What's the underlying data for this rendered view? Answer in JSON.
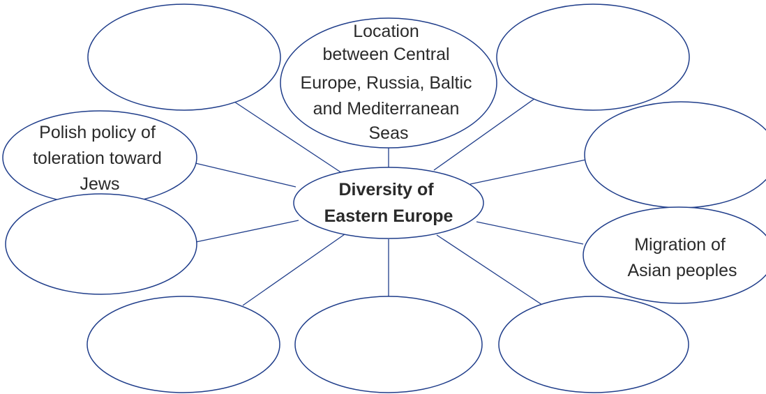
{
  "diagram": {
    "center": {
      "lines": [
        "Diversity of",
        "Eastern Europe"
      ]
    },
    "nodes": {
      "top_left": {
        "lines": []
      },
      "top_center": {
        "lines": [
          "Location",
          "between Central",
          "Europe, Russia, Baltic",
          "and Mediterranean",
          "Seas"
        ]
      },
      "top_right": {
        "lines": []
      },
      "upper_left": {
        "lines": [
          "Polish policy of",
          "toleration toward",
          "Jews"
        ]
      },
      "upper_right": {
        "lines": []
      },
      "lower_left": {
        "lines": []
      },
      "lower_right": {
        "lines": [
          "Migration of",
          "Asian peoples"
        ]
      },
      "bottom_left": {
        "lines": []
      },
      "bottom_center": {
        "lines": []
      },
      "bottom_right": {
        "lines": []
      }
    }
  },
  "colors": {
    "stroke": "#1f3d8a",
    "text": "#2a2a2a",
    "background": "#ffffff"
  }
}
